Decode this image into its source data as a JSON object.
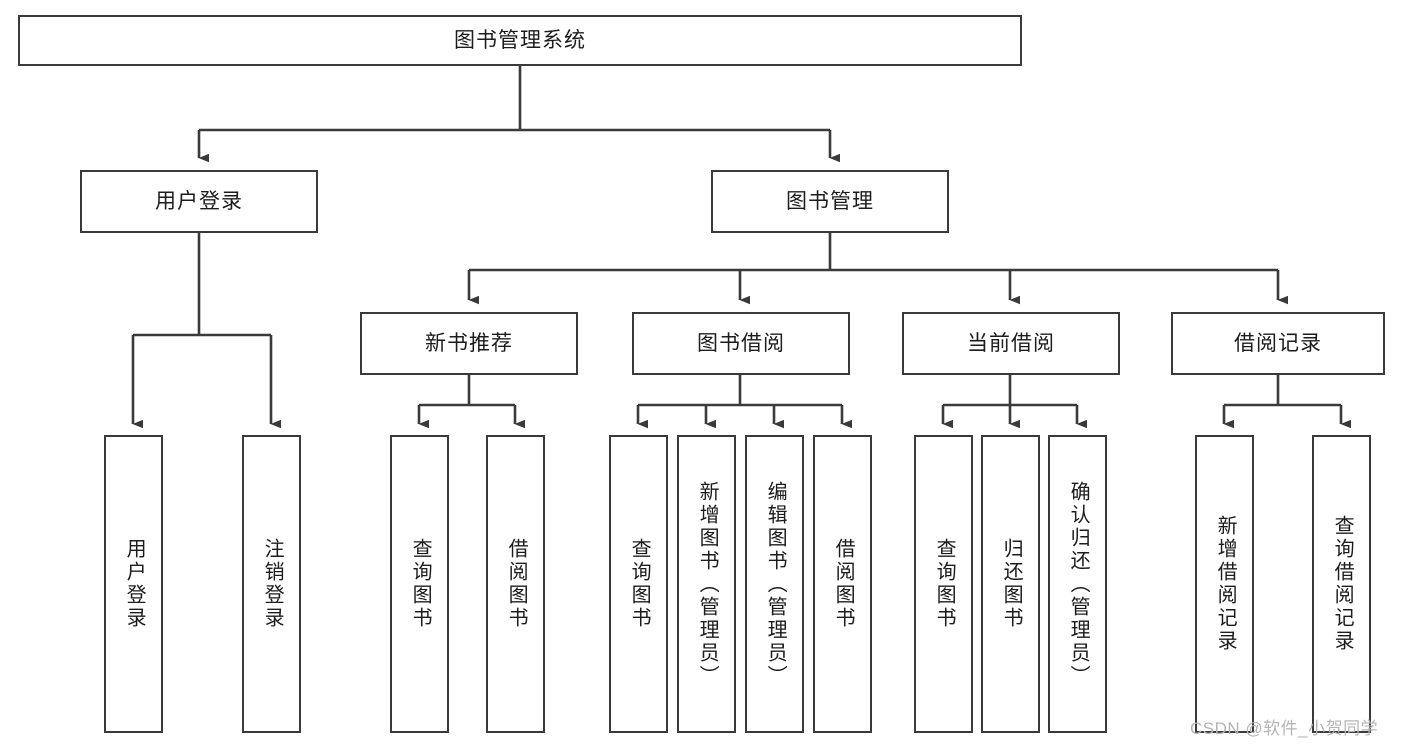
{
  "diagram": {
    "title": "图书管理系统",
    "type": "tree-hierarchy-chart",
    "watermark": "CSDN @软件_小贺同学",
    "colors": {
      "box_border": "#3a3a3a",
      "box_fill": "#ffffff",
      "connector": "#3a3a3a",
      "text": "#1c1c1c",
      "watermark": "#b4b4b4",
      "background": "#ffffff"
    },
    "root": {
      "label": "图书管理系统"
    },
    "level2": [
      {
        "label": "用户登录"
      },
      {
        "label": "图书管理"
      }
    ],
    "level3": [
      {
        "label": "新书推荐"
      },
      {
        "label": "图书借阅"
      },
      {
        "label": "当前借阅"
      },
      {
        "label": "借阅记录"
      }
    ],
    "leaves": {
      "user_login": [
        {
          "label": "用户登录"
        },
        {
          "label": "注销登录"
        }
      ],
      "new_book_recommend": [
        {
          "label": "查询图书"
        },
        {
          "label": "借阅图书"
        }
      ],
      "book_borrow": [
        {
          "label": "查询图书"
        },
        {
          "label": "新增图书（管理员）"
        },
        {
          "label": "编辑图书（管理员）"
        },
        {
          "label": "借阅图书"
        }
      ],
      "current_borrow": [
        {
          "label": "查询图书"
        },
        {
          "label": "归还图书"
        },
        {
          "label": "确认归还（管理员）"
        }
      ],
      "borrow_record": [
        {
          "label": "新增借阅记录"
        },
        {
          "label": "查询借阅记录"
        }
      ]
    }
  }
}
